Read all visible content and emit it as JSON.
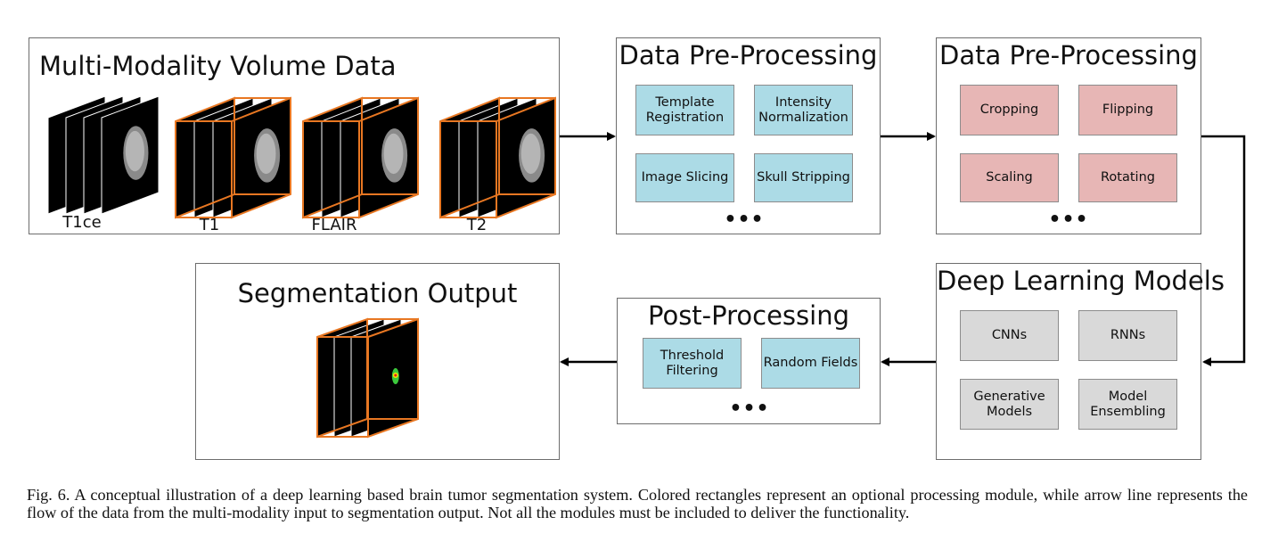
{
  "panels": {
    "input": {
      "title": "Multi-Modality Volume Data",
      "volumes": [
        {
          "label": "T1ce",
          "highlighted": false
        },
        {
          "label": "T1",
          "highlighted": true
        },
        {
          "label": "FLAIR",
          "highlighted": true
        },
        {
          "label": "T2",
          "highlighted": true
        }
      ]
    },
    "preprocessing_1": {
      "title": "Data Pre-Processing",
      "modules": [
        "Template\nRegistration",
        "Intensity\nNormalization",
        "Image Slicing",
        "Skull Stripping"
      ],
      "more": "•••"
    },
    "preprocessing_2": {
      "title": "Data Pre-Processing",
      "modules": [
        "Cropping",
        "Flipping",
        "Scaling",
        "Rotating"
      ],
      "more": "•••"
    },
    "models": {
      "title": "Deep Learning Models",
      "modules": [
        "CNNs",
        "RNNs",
        "Generative\nModels",
        "Model\nEnsembling"
      ]
    },
    "postprocessing": {
      "title": "Post-Processing",
      "modules": [
        "Threshold\nFiltering",
        "Random Fields"
      ],
      "more": "•••"
    },
    "output": {
      "title": "Segmentation Output"
    }
  },
  "colors": {
    "blue_module": "#acdbe6",
    "pink_module": "#e7b6b5",
    "gray_module": "#d9d9d9",
    "volume_outline": "#e87722",
    "tumor_green": "#3cc93c",
    "tumor_yellow": "#f5e500",
    "tumor_red": "#e02020"
  },
  "caption": "Fig. 6.  A conceptual illustration of a deep learning based brain tumor segmentation system. Colored rectangles represent an optional processing module, while arrow line represents the flow of the data from the multi-modality input to segmentation output. Not all the modules must be included to deliver the functionality."
}
